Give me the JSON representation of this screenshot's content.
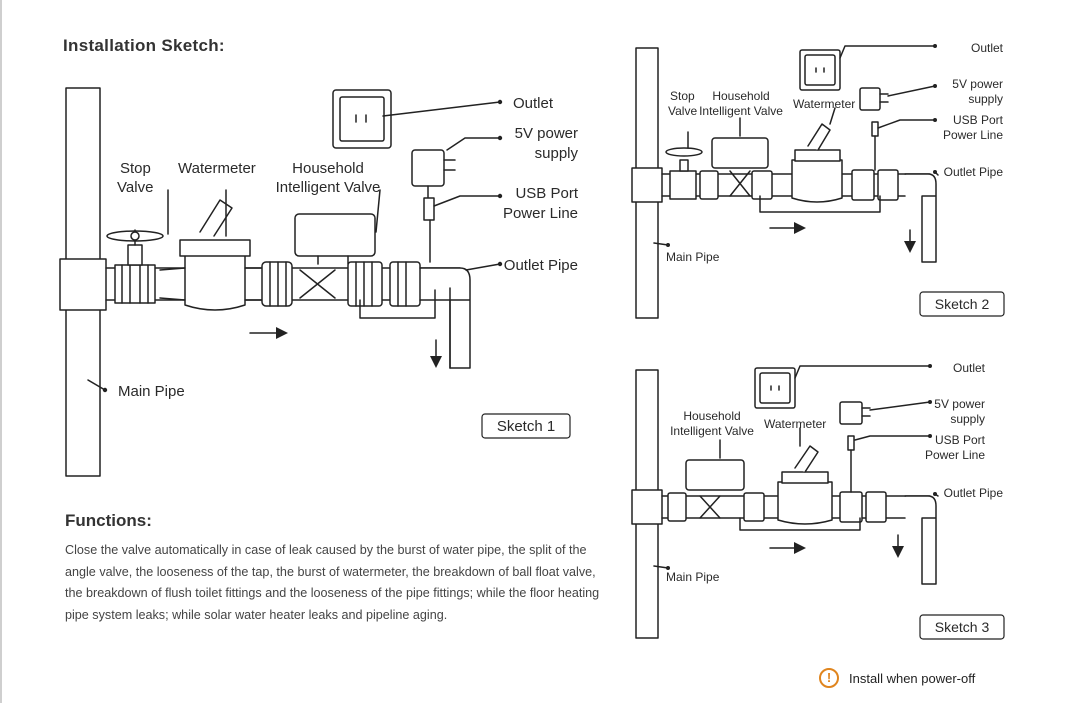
{
  "heading": "Installation Sketch:",
  "functions": {
    "title": "Functions:",
    "body": "Close the valve automatically in case of leak caused by the burst of water pipe, the split of the angle valve, the looseness of the tap, the burst of watermeter, the breakdown of ball float valve, the breakdown of flush toilet fittings and the looseness of the pipe fittings; while the floor heating pipe system leaks; while solar water heater leaks and pipeline aging."
  },
  "sketch1": {
    "name": "Sketch 1",
    "stop_valve": [
      "Stop",
      "Valve"
    ],
    "watermeter": "Watermeter",
    "valve": [
      "Household",
      "Intelligent  Valve"
    ],
    "outlet": "Outlet",
    "power": [
      "5V power",
      "supply"
    ],
    "usb": [
      "USB Port",
      "Power Line"
    ],
    "outlet_pipe": "Outlet Pipe",
    "main_pipe": "Main  Pipe"
  },
  "sketch2": {
    "name": "Sketch 2",
    "stop_valve": [
      "Stop",
      "Valve"
    ],
    "valve": [
      "Household",
      "Intelligent  Valve"
    ],
    "watermeter": "Watermeter",
    "outlet": "Outlet",
    "power": [
      "5V power",
      "supply"
    ],
    "usb": [
      "USB Port",
      "Power Line"
    ],
    "outlet_pipe": "Outlet Pipe",
    "main_pipe": "Main  Pipe"
  },
  "sketch3": {
    "name": "Sketch 3",
    "valve": [
      "Household",
      "Intelligent  Valve"
    ],
    "watermeter": "Watermeter",
    "outlet": "Outlet",
    "power": [
      "5V power",
      "supply"
    ],
    "usb": [
      "USB Port",
      "Power Line"
    ],
    "outlet_pipe": "Outlet Pipe",
    "main_pipe": "Main  Pipe"
  },
  "warning": {
    "icon": "exclamation-circle-icon",
    "text": "Install when power-off",
    "color": "#e0851e"
  }
}
